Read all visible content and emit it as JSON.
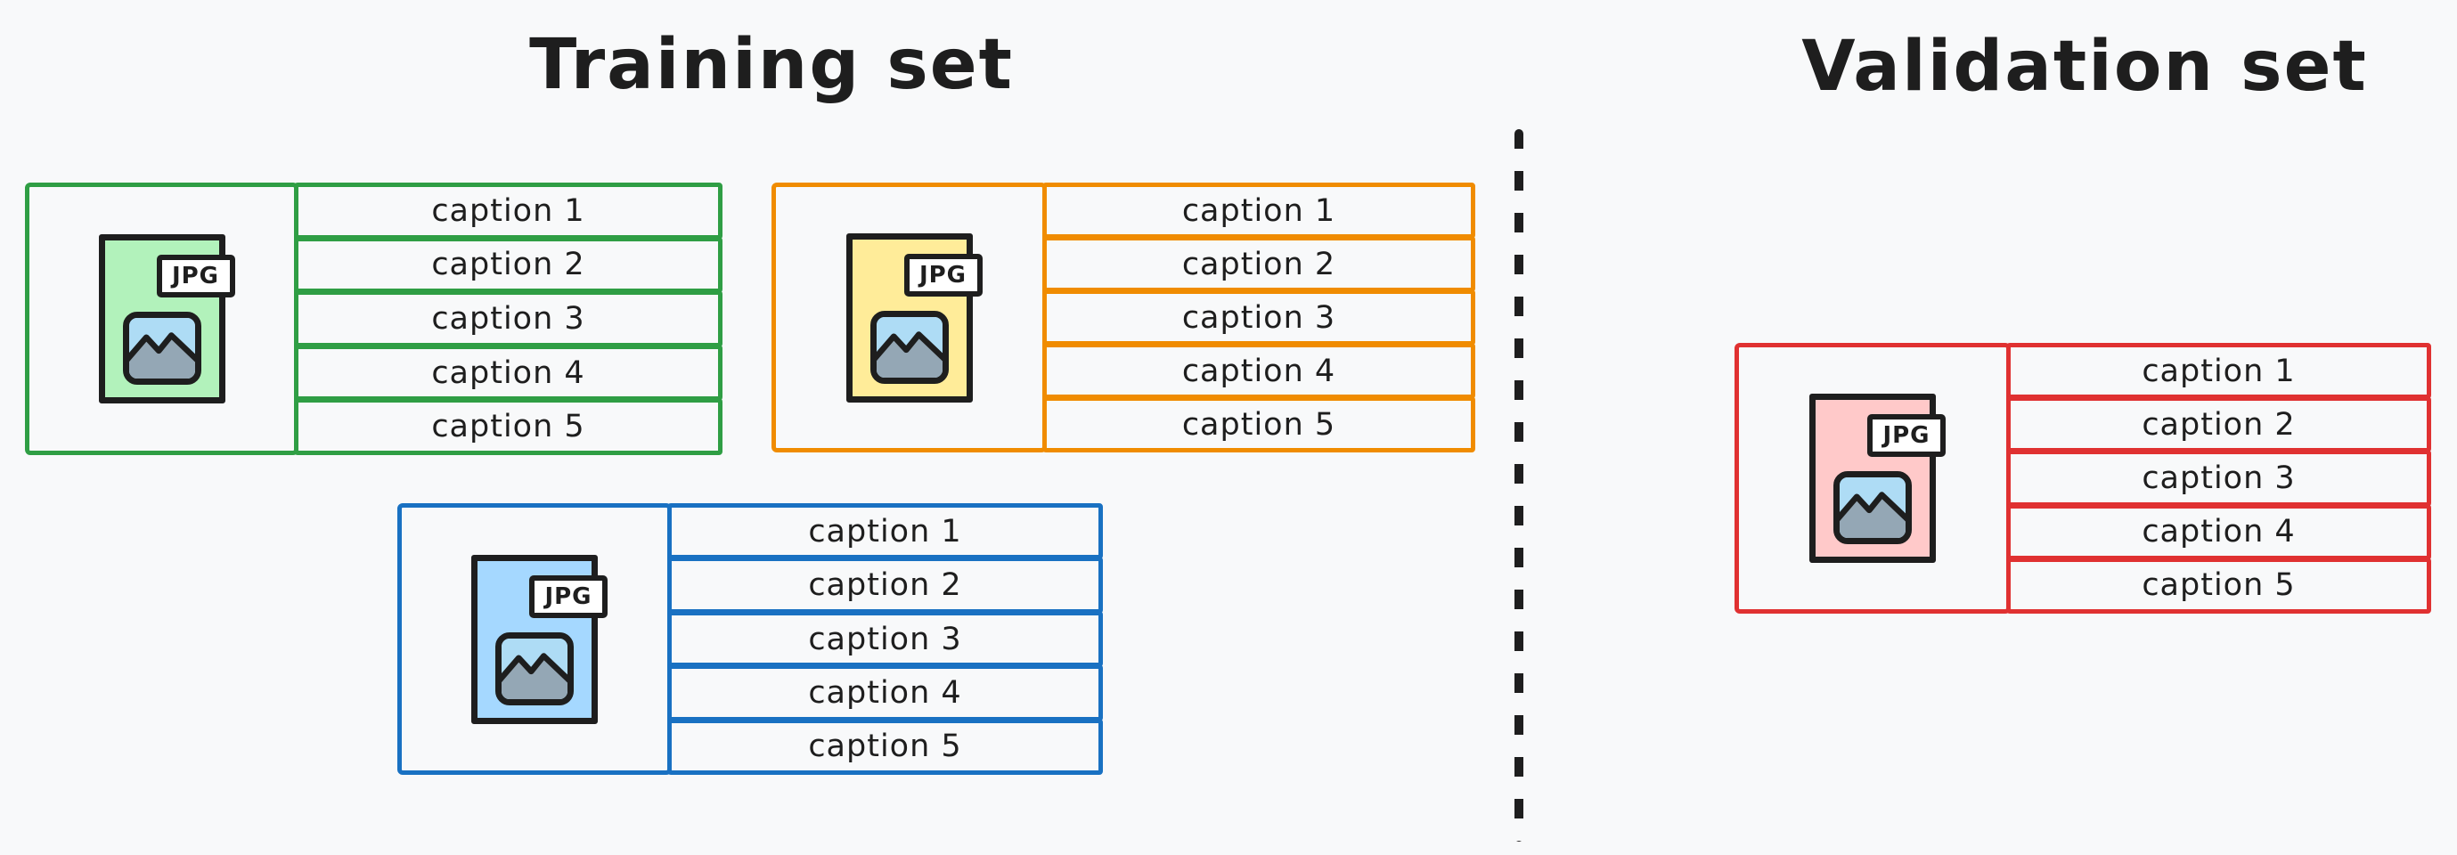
{
  "canvas": {
    "background": "#f8f9fa",
    "ink": "#1e1e1e"
  },
  "training": {
    "title": "Training set"
  },
  "validation": {
    "title": "Validation set"
  },
  "divider": {
    "style": "dashed",
    "color": "#1e1e1e"
  },
  "icon_colors": {
    "sky": "#aedcf5",
    "mountain": "#94a7b5",
    "outline": "#1e1e1e"
  },
  "cards": [
    {
      "section": "training",
      "stroke": "#2f9e44",
      "file_fill": "#b2f2bb",
      "file_label": "JPG",
      "captions": [
        "caption 1",
        "caption 2",
        "caption 3",
        "caption 4",
        "caption 5"
      ]
    },
    {
      "section": "training",
      "stroke": "#f08c00",
      "file_fill": "#ffec99",
      "file_label": "JPG",
      "captions": [
        "caption 1",
        "caption 2",
        "caption 3",
        "caption 4",
        "caption 5"
      ]
    },
    {
      "section": "training",
      "stroke": "#1971c2",
      "file_fill": "#a5d8ff",
      "file_label": "JPG",
      "captions": [
        "caption 1",
        "caption 2",
        "caption 3",
        "caption 4",
        "caption 5"
      ]
    },
    {
      "section": "validation",
      "stroke": "#e03131",
      "file_fill": "#ffc9c9",
      "file_label": "JPG",
      "captions": [
        "caption 1",
        "caption 2",
        "caption 3",
        "caption 4",
        "caption 5"
      ]
    }
  ]
}
